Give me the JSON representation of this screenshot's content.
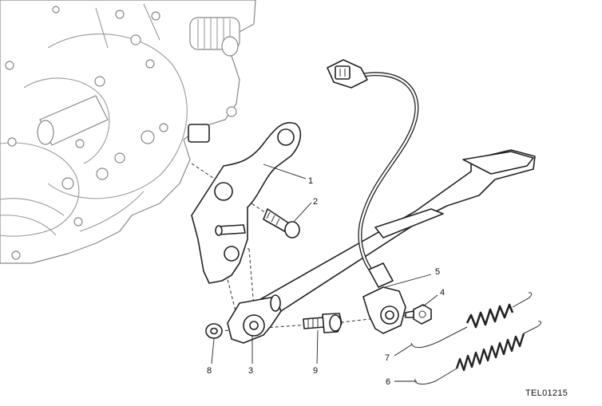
{
  "diagram": {
    "callouts": [
      {
        "id": "1",
        "label": "1"
      },
      {
        "id": "2",
        "label": "2"
      },
      {
        "id": "3",
        "label": "3"
      },
      {
        "id": "4",
        "label": "4"
      },
      {
        "id": "5",
        "label": "5"
      },
      {
        "id": "6",
        "label": "6"
      },
      {
        "id": "7",
        "label": "7"
      },
      {
        "id": "8",
        "label": "8"
      },
      {
        "id": "9",
        "label": "9"
      }
    ],
    "drawing_code": "TEL01215"
  }
}
